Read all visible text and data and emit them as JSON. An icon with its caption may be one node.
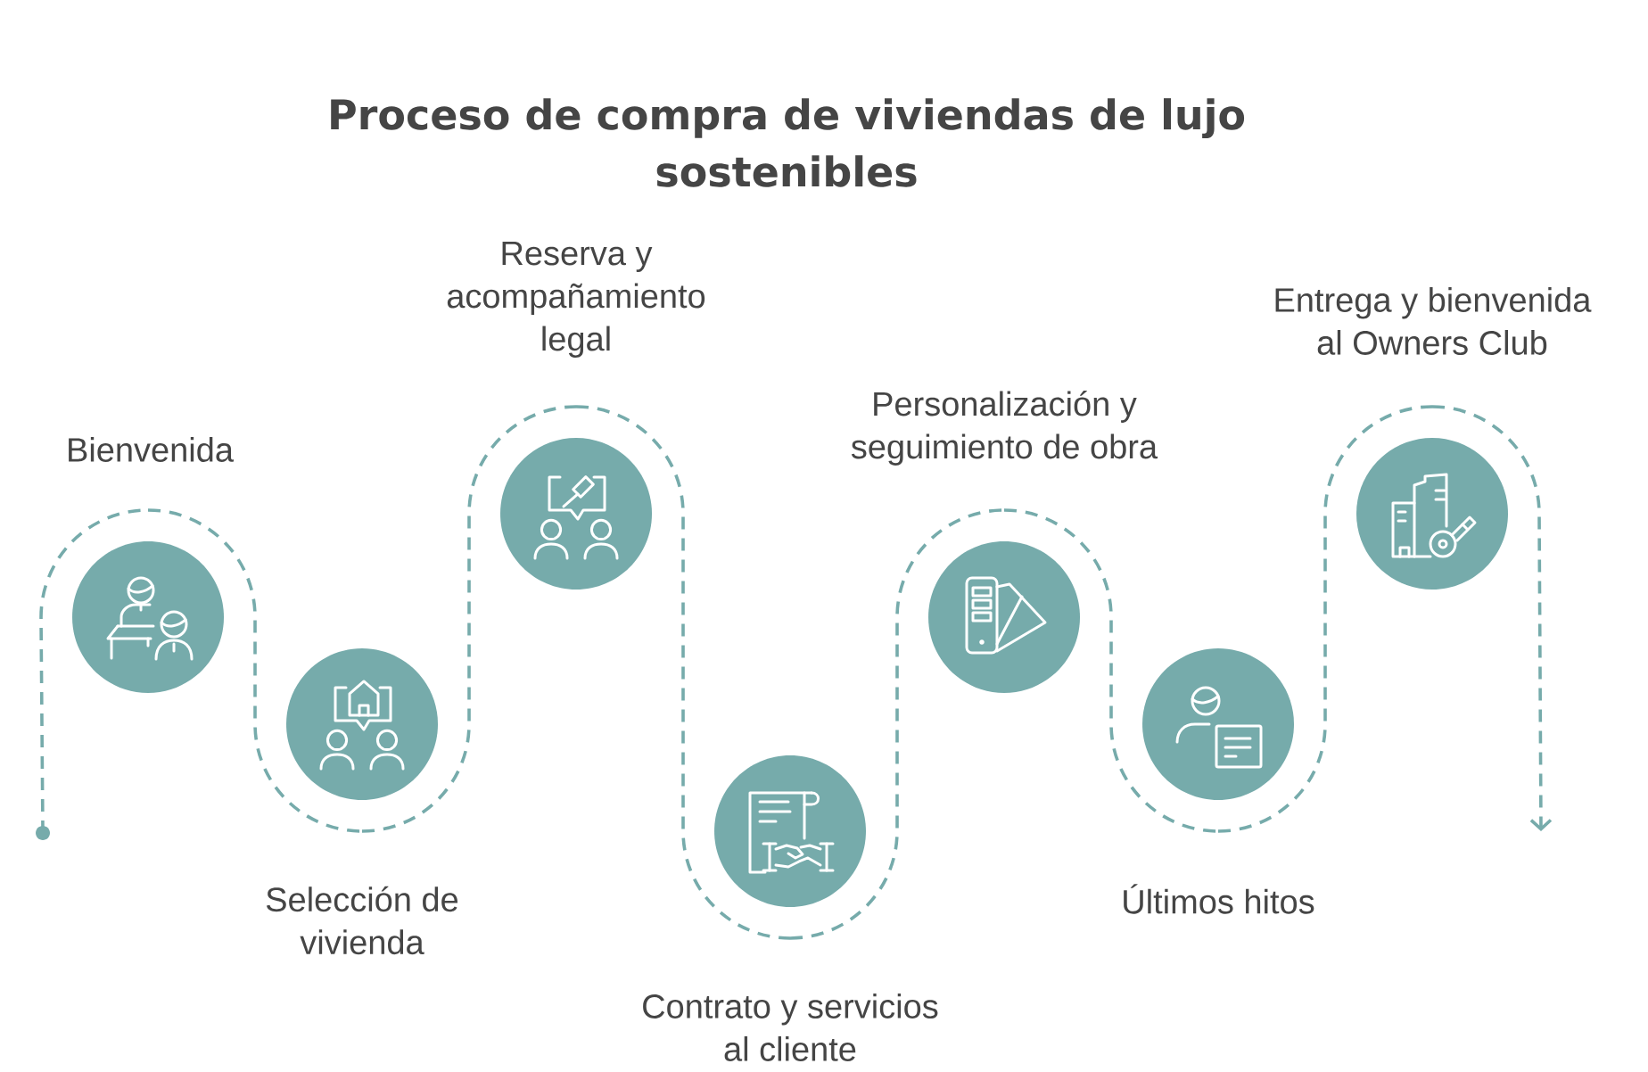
{
  "diagram": {
    "title": "Proceso de compra de viviendas de lujo sostenibles",
    "nodes": [
      {
        "text": [],
        "shape": "circle",
        "beside": [
          "Bienvenida"
        ]
      },
      {
        "text": [],
        "shape": "circle",
        "beside": [
          "Selección de vivienda"
        ]
      },
      {
        "text": [],
        "shape": "circle",
        "beside": [
          "Reserva y acompañamiento legal"
        ]
      },
      {
        "text": [],
        "shape": "circle",
        "beside": [
          "Contrato y servicios al cliente"
        ]
      },
      {
        "text": [],
        "shape": "circle",
        "beside": [
          "Personalización y seguimiento de obra"
        ]
      },
      {
        "text": [],
        "shape": "circle",
        "beside": [
          "Últimos hitos"
        ]
      },
      {
        "text": [],
        "shape": "circle",
        "beside": [
          "Entrega y bienvenida al Owners Club"
        ]
      }
    ],
    "edges": [
      {
        "from": null,
        "to": 0,
        "arrow": "other",
        "style": "dashed"
      },
      {
        "from": 0,
        "to": 1,
        "arrow": "none",
        "style": "dashed"
      },
      {
        "from": 1,
        "to": 2,
        "arrow": "none",
        "style": "dashed"
      },
      {
        "from": 2,
        "to": 3,
        "arrow": "none",
        "style": "dashed"
      },
      {
        "from": 3,
        "to": 4,
        "arrow": "none",
        "style": "dashed"
      },
      {
        "from": 4,
        "to": 5,
        "arrow": "none",
        "style": "dashed"
      },
      {
        "from": 5,
        "to": 6,
        "arrow": "none",
        "style": "dashed"
      },
      {
        "from": 6,
        "to": null,
        "arrow": "to",
        "style": "dashed"
      }
    ]
  }
}
